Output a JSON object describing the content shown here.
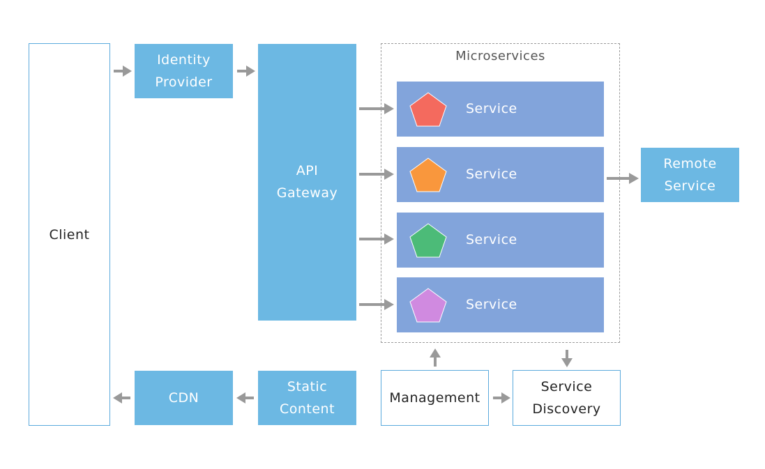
{
  "nodes": {
    "client": "Client",
    "identity_provider": "Identity\nProvider",
    "api_gateway": "API\nGateway",
    "cdn": "CDN",
    "static_content": "Static\nContent",
    "management": "Management",
    "service_discovery": "Service\nDiscovery",
    "remote_service": "Remote\nService"
  },
  "microservices": {
    "title": "Microservices",
    "services": [
      {
        "label": "Service",
        "color": "#f46a5e"
      },
      {
        "label": "Service",
        "color": "#f9973d"
      },
      {
        "label": "Service",
        "color": "#4cbb78"
      },
      {
        "label": "Service",
        "color": "#d08ae0"
      }
    ]
  },
  "colors": {
    "filled_box": "#6cb8e3",
    "service_box": "#82a4db",
    "outline": "#5aa9dc",
    "arrow": "#999999"
  }
}
